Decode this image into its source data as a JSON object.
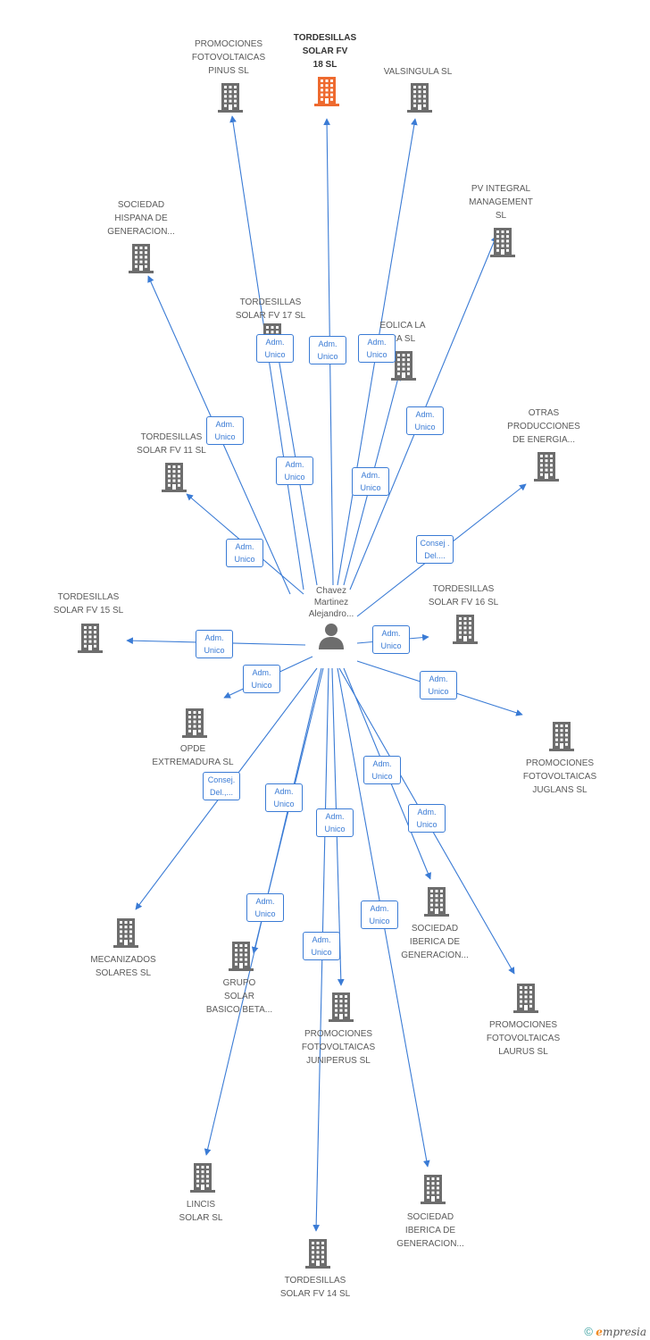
{
  "colors": {
    "edge": "#3a7bd5",
    "building": "#6d6d6d",
    "highlight": "#ee6a2f",
    "person": "#6d6d6d"
  },
  "person": {
    "label": "Chavez\nMartinez\nAlejandro...",
    "icon": "person-icon"
  },
  "nodes": [
    {
      "id": "n1",
      "label": "PROMOCIONES\nFOTOVOLTAICAS\nPINUS SL",
      "highlight": false,
      "icon": "building-icon"
    },
    {
      "id": "n2",
      "label": "TORDESILLAS\nSOLAR FV\n18 SL",
      "highlight": true,
      "icon": "building-icon"
    },
    {
      "id": "n3",
      "label": "VALSINGULA SL",
      "highlight": false,
      "icon": "building-icon"
    },
    {
      "id": "n4",
      "label": "SOCIEDAD\nHISPANA DE\nGENERACION...",
      "highlight": false,
      "icon": "building-icon"
    },
    {
      "id": "n5",
      "label": "PV INTEGRAL\nMANAGEMENT\nSL",
      "highlight": false,
      "icon": "building-icon"
    },
    {
      "id": "n6",
      "label": "TORDESILLAS\nSOLAR FV 17 SL",
      "highlight": false,
      "icon": "building-icon"
    },
    {
      "id": "n7",
      "label": "EOLICA LA\nRA SL",
      "highlight": false,
      "icon": "building-icon"
    },
    {
      "id": "n8",
      "label": "TORDESILLAS\nSOLAR FV 11 SL",
      "highlight": false,
      "icon": "building-icon"
    },
    {
      "id": "n9",
      "label": "OTRAS\nPRODUCCIONES\nDE ENERGIA...",
      "highlight": false,
      "icon": "building-icon"
    },
    {
      "id": "n10",
      "label": "TORDESILLAS\nSOLAR FV 15 SL",
      "highlight": false,
      "icon": "building-icon"
    },
    {
      "id": "n11",
      "label": "TORDESILLAS\nSOLAR FV 16 SL",
      "highlight": false,
      "icon": "building-icon"
    },
    {
      "id": "n12",
      "label": "OPDE\nEXTREMADURA SL",
      "highlight": false,
      "icon": "building-icon"
    },
    {
      "id": "n13",
      "label": "PROMOCIONES\nFOTOVOLTAICAS\nJUGLANS SL",
      "highlight": false,
      "icon": "building-icon"
    },
    {
      "id": "n14",
      "label": "SOCIEDAD\nIBERICA DE\nGENERACION...",
      "highlight": false,
      "icon": "building-icon"
    },
    {
      "id": "n15",
      "label": "MECANIZADOS\nSOLARES SL",
      "highlight": false,
      "icon": "building-icon"
    },
    {
      "id": "n16",
      "label": "GRUPO\nSOLAR\nBASICO BETA...",
      "highlight": false,
      "icon": "building-icon"
    },
    {
      "id": "n17",
      "label": "PROMOCIONES\nFOTOVOLTAICAS\nJUNIPERUS SL",
      "highlight": false,
      "icon": "building-icon"
    },
    {
      "id": "n18",
      "label": "PROMOCIONES\nFOTOVOLTAICAS\nLAURUS SL",
      "highlight": false,
      "icon": "building-icon"
    },
    {
      "id": "n19",
      "label": "LINCIS\nSOLAR SL",
      "highlight": false,
      "icon": "building-icon"
    },
    {
      "id": "n20",
      "label": "SOCIEDAD\nIBERICA DE\nGENERACION...",
      "highlight": false,
      "icon": "building-icon"
    },
    {
      "id": "n21",
      "label": "TORDESILLAS\nSOLAR FV 14 SL",
      "highlight": false,
      "icon": "building-icon"
    }
  ],
  "edges": [
    {
      "to": "n1",
      "role": "Adm.\nUnico"
    },
    {
      "to": "n2",
      "role": "Adm.\nUnico"
    },
    {
      "to": "n3",
      "role": "Adm.\nUnico"
    },
    {
      "to": "n4",
      "role": "Adm.\nUnico"
    },
    {
      "to": "n5",
      "role": "Adm.\nUnico"
    },
    {
      "to": "n6",
      "role": "Adm.\nUnico"
    },
    {
      "to": "n7",
      "role": "Adm.\nUnico"
    },
    {
      "to": "n8",
      "role": "Adm.\nUnico"
    },
    {
      "to": "n9",
      "role": "Consej .\nDel...."
    },
    {
      "to": "n10",
      "role": "Adm.\nUnico"
    },
    {
      "to": "n11",
      "role": "Adm.\nUnico"
    },
    {
      "to": "n12",
      "role": "Adm.\nUnico"
    },
    {
      "to": "n13",
      "role": "Adm.\nUnico"
    },
    {
      "to": "n14",
      "role": "Adm.\nUnico"
    },
    {
      "to": "n15",
      "role": "Consej.\nDel.,..."
    },
    {
      "to": "n16",
      "role": "Adm.\nUnico"
    },
    {
      "to": "n17",
      "role": "Adm.\nUnico"
    },
    {
      "to": "n18",
      "role": "Adm.\nUnico"
    },
    {
      "to": "n19",
      "role": "Adm.\nUnico"
    },
    {
      "to": "n20",
      "role": "Adm.\nUnico"
    },
    {
      "to": "n21",
      "role": "Adm.\nUnico"
    }
  ],
  "footer": {
    "copyright": "©",
    "brand_initial": "e",
    "brand_rest": "mpresia"
  }
}
